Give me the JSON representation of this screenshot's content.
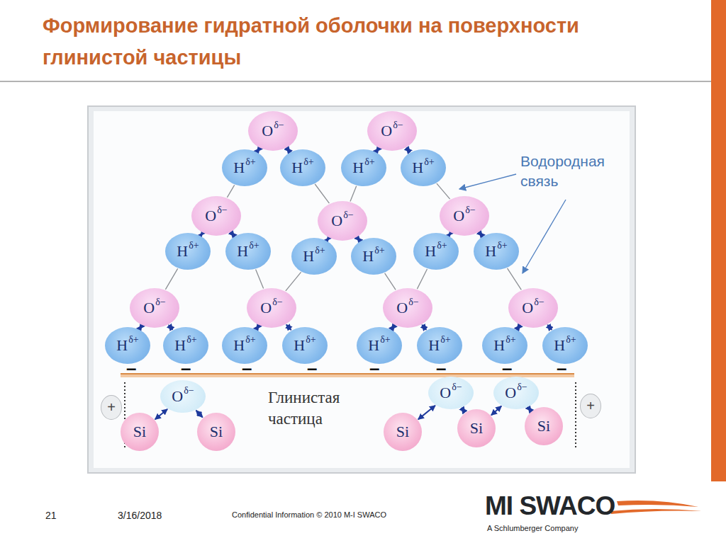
{
  "diagram": {
    "title": "Формирование гидратной оболочки на поверхности глинистой частицы",
    "nodes": [
      {
        "text": [
          "O",
          "δ−"
        ]
      },
      {
        "text": [
          "H",
          "δ+"
        ]
      },
      {
        "text": [
          "H",
          "δ+"
        ]
      },
      {
        "text": [
          "O",
          "δ−"
        ]
      },
      {
        "text": [
          "H",
          "δ+"
        ]
      },
      {
        "text": [
          "H",
          "δ+"
        ]
      },
      {
        "text": [
          "O",
          "δ−"
        ]
      },
      {
        "text": [
          "H",
          "δ+"
        ]
      },
      {
        "text": [
          "H",
          "δ+"
        ]
      },
      {
        "text": [
          "O",
          "δ−"
        ]
      },
      {
        "text": [
          "H",
          "δ+"
        ]
      },
      {
        "text": [
          "H",
          "δ+"
        ]
      },
      {
        "text": [
          "O",
          "δ−"
        ]
      },
      {
        "text": [
          "H",
          "δ+"
        ]
      },
      {
        "text": [
          "H",
          "δ+"
        ]
      },
      {
        "text": [
          "O",
          "δ−"
        ]
      },
      {
        "text": [
          "H",
          "δ+"
        ]
      },
      {
        "text": [
          "H",
          "δ+"
        ]
      },
      {
        "text": [
          "O",
          "δ−"
        ]
      },
      {
        "text": [
          "H",
          "δ+"
        ]
      },
      {
        "text": [
          "H",
          "δ+"
        ]
      },
      {
        "text": [
          "O",
          "δ−"
        ]
      },
      {
        "text": [
          "H",
          "δ+"
        ]
      },
      {
        "text": [
          "H",
          "δ+"
        ]
      },
      {
        "text": [
          "O",
          "δ−"
        ]
      },
      {
        "text": [
          "H",
          "δ+"
        ]
      },
      {
        "text": [
          "H",
          "δ+"
        ]
      },
      {
        "text": [
          "+"
        ]
      },
      {
        "text": [
          "O",
          "δ−"
        ]
      },
      {
        "text": [
          "O",
          "δ−"
        ]
      },
      {
        "text": [
          "O",
          "δ−"
        ]
      },
      {
        "text": [
          "+"
        ]
      },
      {
        "text": [
          "Si"
        ]
      },
      {
        "text": [
          "Si"
        ]
      },
      {
        "text": [
          "Si"
        ]
      },
      {
        "text": [
          "Si"
        ]
      },
      {
        "text": [
          "Si"
        ]
      }
    ],
    "edges": [
      {
        "from": 0,
        "to": 1,
        "arrow": "both"
      },
      {
        "from": 0,
        "to": 2,
        "arrow": "both"
      },
      {
        "from": 3,
        "to": 4,
        "arrow": "both"
      },
      {
        "from": 3,
        "to": 5,
        "arrow": "both"
      },
      {
        "from": 6,
        "to": 7,
        "arrow": "both"
      },
      {
        "from": 6,
        "to": 8,
        "arrow": "both"
      },
      {
        "from": 9,
        "to": 10,
        "arrow": "both"
      },
      {
        "from": 9,
        "to": 11,
        "arrow": "both"
      },
      {
        "from": 12,
        "to": 13,
        "arrow": "both"
      },
      {
        "from": 12,
        "to": 14,
        "arrow": "both"
      },
      {
        "from": 15,
        "to": 16,
        "arrow": "both"
      },
      {
        "from": 15,
        "to": 17,
        "arrow": "both"
      },
      {
        "from": 18,
        "to": 19,
        "arrow": "both"
      },
      {
        "from": 18,
        "to": 20,
        "arrow": "both"
      },
      {
        "from": 21,
        "to": 22,
        "arrow": "both"
      },
      {
        "from": 21,
        "to": 23,
        "arrow": "both"
      },
      {
        "from": 24,
        "to": 25,
        "arrow": "both"
      },
      {
        "from": 24,
        "to": 26,
        "arrow": "both"
      },
      {
        "from": 1,
        "to": 6,
        "arrow": "none"
      },
      {
        "from": 2,
        "to": 9,
        "arrow": "none"
      },
      {
        "from": 4,
        "to": 9,
        "arrow": "none"
      },
      {
        "from": 5,
        "to": 12,
        "arrow": "none"
      },
      {
        "from": 7,
        "to": 15,
        "arrow": "none"
      },
      {
        "from": 8,
        "to": 18,
        "arrow": "none"
      },
      {
        "from": 10,
        "to": 18,
        "arrow": "none"
      },
      {
        "from": 11,
        "to": 21,
        "arrow": "none"
      },
      {
        "from": 13,
        "to": 21,
        "arrow": "none"
      },
      {
        "from": 14,
        "to": 24,
        "arrow": "none"
      },
      {
        "from": 28,
        "to": 32,
        "arrow": "both"
      },
      {
        "from": 28,
        "to": 33,
        "arrow": "both"
      },
      {
        "from": 29,
        "to": 34,
        "arrow": "both"
      },
      {
        "from": 29,
        "to": 35,
        "arrow": "both"
      },
      {
        "from": 30,
        "to": 35,
        "arrow": "both"
      },
      {
        "from": 30,
        "to": 36,
        "arrow": "both"
      }
    ],
    "labels": [
      "Водородная связь",
      "–",
      "–",
      "–",
      "–",
      "–",
      "–",
      "–",
      "–",
      "Глинистая частица",
      "21",
      "3/16/2018",
      "Confidential Information © 2010 M-I SWACO",
      "MI SWACO",
      "A Schlumberger Company"
    ]
  }
}
